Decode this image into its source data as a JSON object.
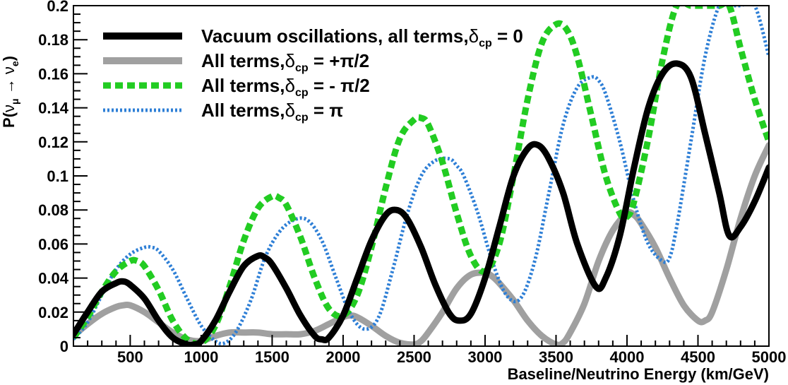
{
  "chart_data": {
    "type": "line",
    "xlabel": "Baseline/Neutrino Energy (km/GeV)",
    "ylabel": "P(ν_μ → ν_e)",
    "xlim": [
      100,
      5000
    ],
    "ylim": [
      0,
      0.2
    ],
    "xticks": [
      500,
      1000,
      1500,
      2000,
      2500,
      3000,
      3500,
      4000,
      4500,
      5000
    ],
    "yticks": [
      0,
      0.02,
      0.04,
      0.06,
      0.08,
      0.1,
      0.12,
      0.14,
      0.16,
      0.18,
      0.2
    ],
    "ytick_labels": [
      "0",
      "0.02",
      "0.04",
      "0.06",
      "0.08",
      "0.1",
      "0.12",
      "0.14",
      "0.16",
      "0.18",
      "0.2"
    ],
    "legend_position": "top-left",
    "grid": false,
    "series": [
      {
        "name": "Vacuum oscillations, all terms,δcp = 0",
        "legend_main": "Vacuum oscillations, all terms,",
        "legend_delta": "δ",
        "legend_sub": "cp",
        "legend_tail": " = 0",
        "color": "#000000",
        "style": "solid",
        "x": [
          100,
          200,
          300,
          400,
          450,
          500,
          600,
          700,
          800,
          900,
          950,
          1000,
          1100,
          1200,
          1300,
          1400,
          1450,
          1500,
          1600,
          1700,
          1800,
          1850,
          1900,
          2000,
          2100,
          2200,
          2300,
          2375,
          2450,
          2550,
          2650,
          2750,
          2820,
          2900,
          3000,
          3100,
          3200,
          3300,
          3375,
          3450,
          3550,
          3650,
          3780,
          3850,
          3950,
          4050,
          4150,
          4250,
          4350,
          4450,
          4550,
          4650,
          4720,
          4800,
          4900,
          5000
        ],
        "y": [
          0.007,
          0.02,
          0.032,
          0.037,
          0.038,
          0.036,
          0.028,
          0.015,
          0.005,
          0.001,
          0.001,
          0.003,
          0.015,
          0.032,
          0.047,
          0.053,
          0.052,
          0.048,
          0.034,
          0.018,
          0.006,
          0.004,
          0.005,
          0.018,
          0.04,
          0.062,
          0.077,
          0.08,
          0.075,
          0.058,
          0.036,
          0.019,
          0.015,
          0.019,
          0.04,
          0.07,
          0.1,
          0.116,
          0.118,
          0.11,
          0.09,
          0.06,
          0.035,
          0.04,
          0.065,
          0.105,
          0.14,
          0.16,
          0.166,
          0.158,
          0.125,
          0.09,
          0.065,
          0.07,
          0.085,
          0.105
        ]
      },
      {
        "name": "All terms,δcp = +π/2",
        "legend_main": "All terms,",
        "legend_delta": "δ",
        "legend_sub": "cp",
        "legend_tail": " = +π/2",
        "color": "#a0a0a0",
        "style": "solid",
        "x": [
          100,
          200,
          300,
          400,
          450,
          500,
          600,
          700,
          800,
          900,
          1000,
          1100,
          1200,
          1300,
          1400,
          1500,
          1600,
          1700,
          1800,
          1900,
          2000,
          2050,
          2100,
          2200,
          2300,
          2400,
          2500,
          2550,
          2600,
          2700,
          2800,
          2900,
          3000,
          3050,
          3100,
          3200,
          3300,
          3400,
          3500,
          3550,
          3600,
          3700,
          3800,
          3900,
          4000,
          4050,
          4100,
          4200,
          4300,
          4400,
          4500,
          4550,
          4600,
          4700,
          4800,
          4900,
          5000
        ],
        "y": [
          0.006,
          0.013,
          0.019,
          0.023,
          0.024,
          0.024,
          0.02,
          0.014,
          0.008,
          0.004,
          0.003,
          0.006,
          0.008,
          0.008,
          0.008,
          0.007,
          0.007,
          0.007,
          0.009,
          0.013,
          0.017,
          0.018,
          0.017,
          0.012,
          0.006,
          0.002,
          0.001,
          0.003,
          0.008,
          0.02,
          0.034,
          0.042,
          0.043,
          0.041,
          0.037,
          0.027,
          0.015,
          0.006,
          0.001,
          0.002,
          0.008,
          0.025,
          0.05,
          0.068,
          0.078,
          0.077,
          0.072,
          0.058,
          0.04,
          0.024,
          0.015,
          0.015,
          0.02,
          0.045,
          0.075,
          0.1,
          0.118
        ]
      },
      {
        "name": "All terms,δcp = - π/2",
        "legend_main": "All terms,",
        "legend_delta": "δ",
        "legend_sub": "cp",
        "legend_tail": " = - π/2",
        "color": "#22cc22",
        "style": "dashed",
        "x": [
          100,
          200,
          300,
          400,
          500,
          550,
          600,
          700,
          800,
          900,
          1000,
          1100,
          1200,
          1300,
          1400,
          1500,
          1550,
          1600,
          1700,
          1800,
          1900,
          2000,
          2100,
          2200,
          2300,
          2400,
          2500,
          2550,
          2600,
          2700,
          2800,
          2900,
          3000,
          3100,
          3200,
          3300,
          3400,
          3500,
          3575,
          3650,
          3750,
          3850,
          3950,
          4000,
          4050,
          4150,
          4250,
          4350,
          4450,
          4550,
          4650,
          4720,
          4800,
          4900,
          5000
        ],
        "y": [
          0.005,
          0.017,
          0.032,
          0.044,
          0.05,
          0.05,
          0.047,
          0.033,
          0.015,
          0.004,
          0.002,
          0.012,
          0.035,
          0.062,
          0.081,
          0.088,
          0.087,
          0.083,
          0.064,
          0.04,
          0.022,
          0.018,
          0.03,
          0.058,
          0.093,
          0.122,
          0.133,
          0.134,
          0.13,
          0.108,
          0.078,
          0.053,
          0.044,
          0.06,
          0.1,
          0.145,
          0.178,
          0.189,
          0.186,
          0.17,
          0.135,
          0.1,
          0.078,
          0.076,
          0.085,
          0.122,
          0.168,
          0.2,
          0.2,
          0.2,
          0.2,
          0.2,
          0.175,
          0.145,
          0.12
        ]
      },
      {
        "name": "All terms,δcp = π",
        "legend_main": "All terms,",
        "legend_delta": "δ",
        "legend_sub": "cp",
        "legend_tail": " = π",
        "color": "#2e7fd6",
        "style": "dotted",
        "x": [
          100,
          200,
          300,
          400,
          500,
          600,
          650,
          700,
          800,
          900,
          1000,
          1100,
          1170,
          1250,
          1350,
          1450,
          1550,
          1650,
          1750,
          1850,
          1950,
          2050,
          2150,
          2250,
          2350,
          2450,
          2550,
          2650,
          2750,
          2800,
          2850,
          2950,
          3050,
          3150,
          3250,
          3350,
          3450,
          3550,
          3650,
          3750,
          3800,
          3850,
          3950,
          4050,
          4150,
          4250,
          4300,
          4350,
          4450,
          4550,
          4650,
          4720,
          4800,
          4900,
          5000
        ],
        "y": [
          0.004,
          0.014,
          0.03,
          0.045,
          0.054,
          0.058,
          0.058,
          0.056,
          0.045,
          0.028,
          0.012,
          0.003,
          0.002,
          0.009,
          0.027,
          0.052,
          0.067,
          0.074,
          0.074,
          0.062,
          0.04,
          0.019,
          0.01,
          0.017,
          0.045,
          0.077,
          0.1,
          0.109,
          0.11,
          0.106,
          0.1,
          0.078,
          0.05,
          0.03,
          0.028,
          0.05,
          0.09,
          0.13,
          0.152,
          0.158,
          0.156,
          0.148,
          0.12,
          0.085,
          0.06,
          0.05,
          0.052,
          0.07,
          0.12,
          0.17,
          0.2,
          0.2,
          0.2,
          0.2,
          0.17
        ]
      }
    ]
  }
}
